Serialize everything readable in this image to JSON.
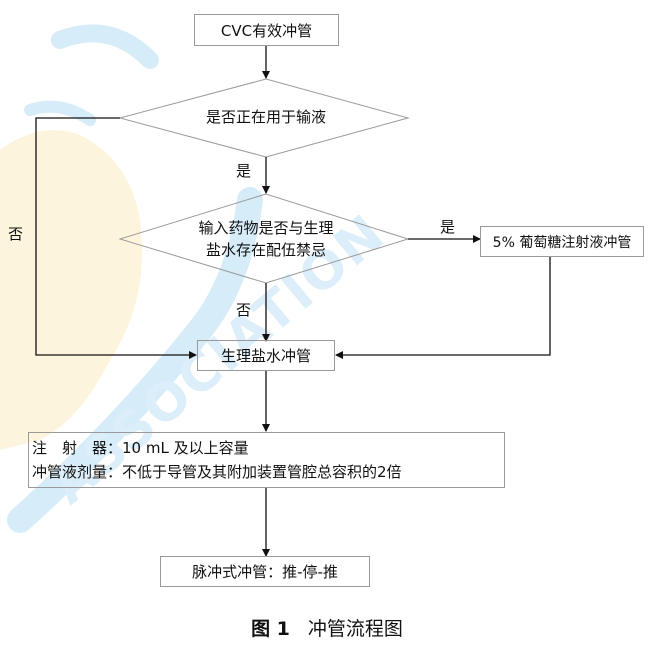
{
  "watermark": {
    "color": "#d6ecf8",
    "accent": "#fdf1d2"
  },
  "nodes": {
    "start": "CVC有效冲管",
    "decision1": "是否正在用于输液",
    "decision2_line1": "输入药物是否与生理",
    "decision2_line2": "盐水存在配伍禁忌",
    "glucose_box": "5% 葡萄糖注射液冲管",
    "saline_box": "生理盐水冲管",
    "pulse_box": "脉冲式冲管：推-停-推"
  },
  "edge_labels": {
    "d1_yes": "是",
    "d1_no": "否",
    "d2_yes": "是",
    "d2_no": "否"
  },
  "info_box": {
    "line1": "注　射　器：10 mL 及以上容量",
    "line2": "冲管液剂量：不低于导管及其附加装置管腔总容积的2倍"
  },
  "caption": {
    "figure": "图 1",
    "title": "冲管流程图"
  }
}
